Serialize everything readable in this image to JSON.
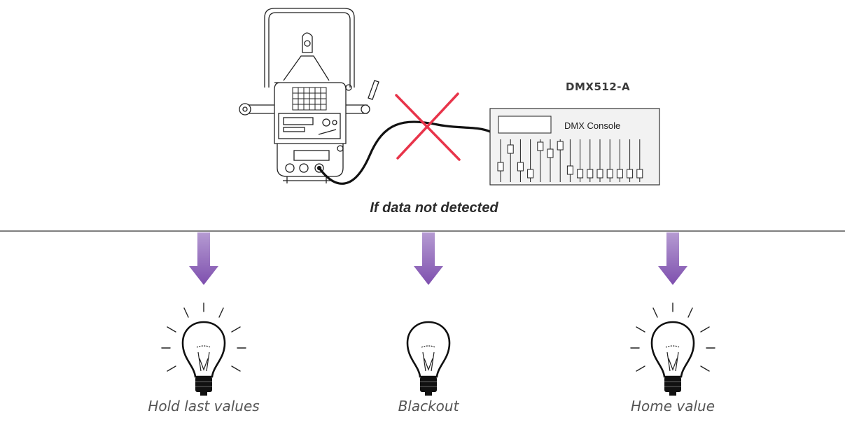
{
  "protocol_label": "DMX512-A",
  "console_label": "DMX Console",
  "heading": "If data not detected",
  "outcomes": [
    {
      "label": "Hold last values",
      "lit": true
    },
    {
      "label": "Blackout",
      "lit": false
    },
    {
      "label": "Home value",
      "lit": true
    }
  ],
  "colors": {
    "arrow": "#8f63b8",
    "cross": "#e8344a",
    "cable": "#111111",
    "console_fill": "#f2f2f2",
    "divider": "#333333"
  },
  "icons": {
    "fixture": "lighting-fixture-icon",
    "console": "dmx-console-icon",
    "cross": "disconnected-cross-icon",
    "arrow": "down-arrow-icon",
    "bulb": "light-bulb-icon"
  }
}
